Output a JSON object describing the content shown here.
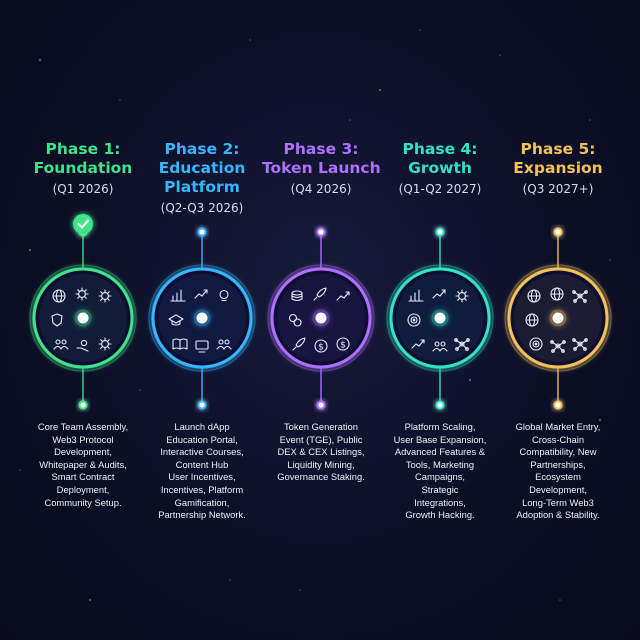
{
  "phases": [
    {
      "title_lines": [
        "Phase 1:",
        "Foundation"
      ],
      "period": "(Q1 2026)",
      "color": "#3fe38a",
      "completed": true,
      "icons": [
        "globe-network-icon",
        "gears-icon",
        "gear-icon",
        "shield-icon",
        "team-icon",
        "hand-coin-icon",
        "settings-hub-icon"
      ],
      "description_lines": [
        "Core Team Assembly,",
        "Web3 Protocol",
        "Development,",
        "Whitepaper & Audits,",
        "Smart Contract",
        "Deployment,",
        "Community Setup."
      ]
    },
    {
      "title_lines": [
        "Phase 2:",
        "Education",
        "Platform"
      ],
      "period": "(Q2-Q3 2026)",
      "color": "#36b6ff",
      "completed": false,
      "icons": [
        "bar-chart-icon",
        "growth-chart-icon",
        "lightbulb-icon",
        "graduation-cap-icon",
        "book-icon",
        "monitor-icon",
        "people-icon"
      ],
      "description_lines": [
        "Launch dApp",
        "Education Portal,",
        "Interactive Courses,",
        "Content Hub",
        "User Incentives,",
        "Incentives, Platform",
        "Gamification,",
        "Partnership Network."
      ]
    },
    {
      "title_lines": [
        "Phase 3:",
        "Token Launch"
      ],
      "period": "(Q4 2026)",
      "color": "#b070ff",
      "completed": false,
      "icons": [
        "coin-stack-icon",
        "rocket-icon",
        "trend-arrow-icon",
        "coin-exchange-icon",
        "rocket-icon",
        "dollar-coin-icon",
        "coin-icon"
      ],
      "description_lines": [
        "Token Generation",
        "Event (TGE), Public",
        "DEX & CEX Listings,",
        "Liquidity Mining,",
        "Governance Staking."
      ]
    },
    {
      "title_lines": [
        "Phase 4:",
        "Growth"
      ],
      "period": "(Q1-Q2 2027)",
      "color": "#30e3c6",
      "completed": false,
      "icons": [
        "bar-chart-icon",
        "growth-chart-icon",
        "gear-icon",
        "target-icon",
        "growth-chart-icon",
        "team-icon",
        "network-icon"
      ],
      "description_lines": [
        "Platform Scaling,",
        "User Base Expansion,",
        "Advanced Features &",
        "Tools, Marketing",
        "Campaigns,",
        "Strategic",
        "Integrations,",
        "Growth Hacking."
      ]
    },
    {
      "title_lines": [
        "Phase 5:",
        "Expansion"
      ],
      "period": "(Q3 2027+)",
      "color": "#f2c25a",
      "completed": false,
      "icons": [
        "globe-icon",
        "globe-icon",
        "network-icon",
        "globe-network-icon",
        "target-icon",
        "hub-icon",
        "network-icon"
      ],
      "description_lines": [
        "Global Market Entry,",
        "Cross-Chain",
        "Compatibility, New",
        "Partnerships,",
        "Ecosystem",
        "Development,",
        "Long-Term Web3",
        "Adoption & Stability."
      ]
    }
  ]
}
